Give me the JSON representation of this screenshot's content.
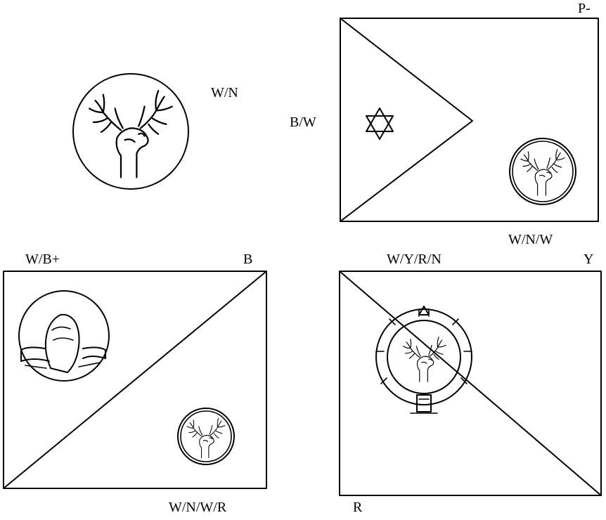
{
  "labels": {
    "medallion": "W/N",
    "flag1_top_right": "P-",
    "flag1_left": "B/W",
    "flag1_bottom": "W/N/W",
    "flag2_top_left": "W/B+",
    "flag2_top_right": "B",
    "flag2_bottom": "W/N/W/R",
    "flag3_top_left": "W/Y/R/N",
    "flag3_top_right": "Y",
    "flag3_bottom_left": "R"
  },
  "icons": [
    "deer-head-icon",
    "star-of-david-icon",
    "fist-emblem-icon",
    "gear-emblem-icon"
  ]
}
